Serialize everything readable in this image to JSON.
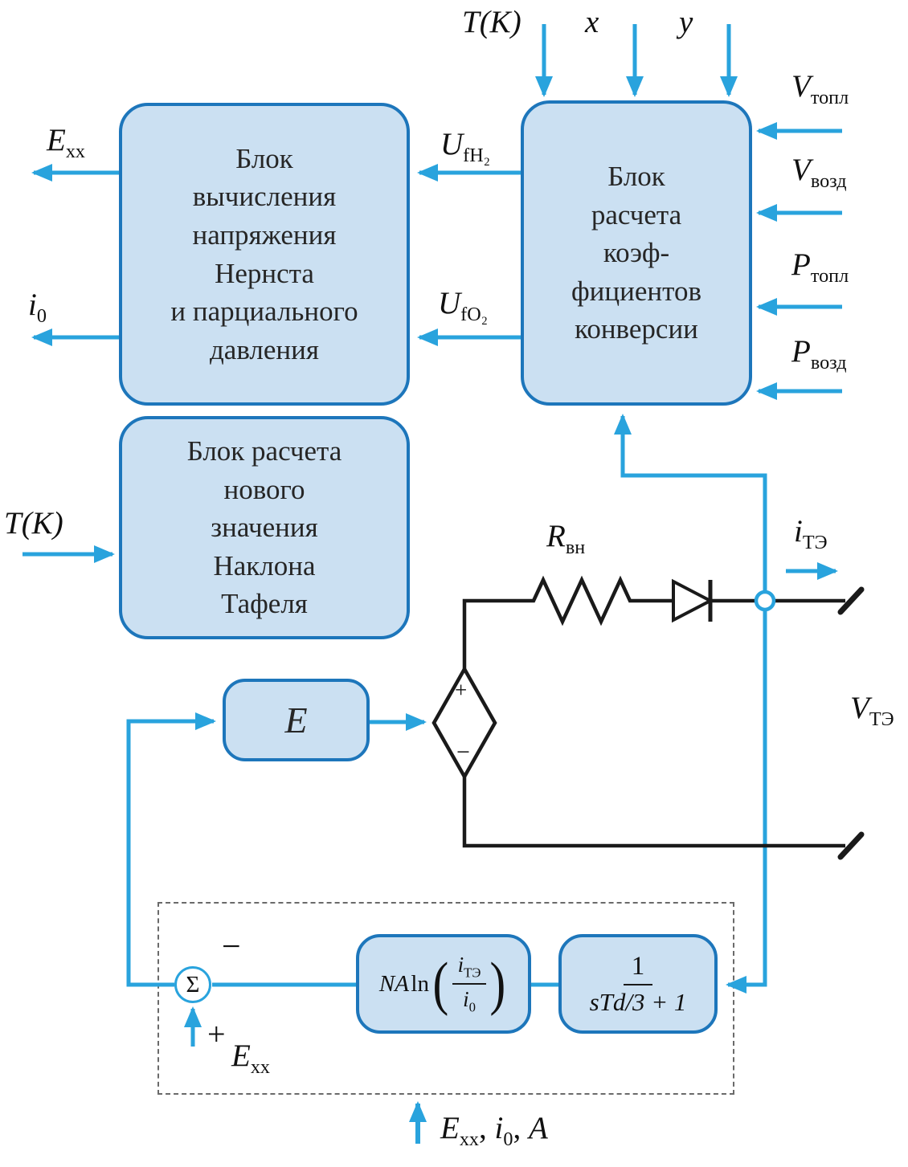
{
  "colors": {
    "block_fill": "#cbe0f2",
    "block_border": "#1d76bb",
    "arrow_blue": "#29a3dd",
    "wire_black": "#1a1a1a"
  },
  "blocks": {
    "nernst": {
      "text": "Блок\nвычисления\nнапряжения\nНернста\nи парциального\nдавления"
    },
    "conversion": {
      "text": "Блок\nрасчета\nкоэф-\nфициентов\nконверсии"
    },
    "tafel": {
      "text": "Блок расчета\nнового\nзначения\nНаклона\nТафеля"
    },
    "e": {
      "label": "E"
    },
    "na": {
      "prefix": "NA",
      "fn": "ln",
      "lparen": "(",
      "rparen": ")",
      "num_base": "i",
      "num_sub": "ТЭ",
      "den_base": "i",
      "den_sub": "0"
    },
    "tf": {
      "num": "1",
      "den": "sTd/3 + 1"
    }
  },
  "inputs": {
    "top": [
      {
        "label": "T(K)"
      },
      {
        "label": "x"
      },
      {
        "label": "y"
      }
    ],
    "right": [
      {
        "base": "V",
        "sub": "топл"
      },
      {
        "base": "V",
        "sub": "возд"
      },
      {
        "base": "P",
        "sub": "топл"
      },
      {
        "base": "P",
        "sub": "возд"
      }
    ],
    "tafel_t": "T(K)"
  },
  "signals": {
    "u_fh2": {
      "base": "U",
      "sub": "fH₂"
    },
    "u_fo2": {
      "base": "U",
      "sub": "fO₂"
    },
    "e_xx": {
      "base": "E",
      "sub": "xx"
    },
    "i_0": {
      "base": "i",
      "sub": "0"
    },
    "r_vn": {
      "base": "R",
      "sub": "вн"
    },
    "i_te": {
      "base": "i",
      "sub": "ТЭ"
    },
    "v_te": {
      "base": "V",
      "sub": "ТЭ"
    }
  },
  "summator": {
    "symbol": "Σ",
    "minus": "−",
    "plus": "+",
    "feedback": {
      "base": "E",
      "sub": "хх"
    }
  },
  "source": {
    "plus": "+",
    "minus": "−"
  },
  "bottom": {
    "e_base": "E",
    "e_sub": "хх",
    "comma1": ", ",
    "i_base": "i",
    "i_sub": "0",
    "comma2": ", ",
    "a": "A"
  }
}
